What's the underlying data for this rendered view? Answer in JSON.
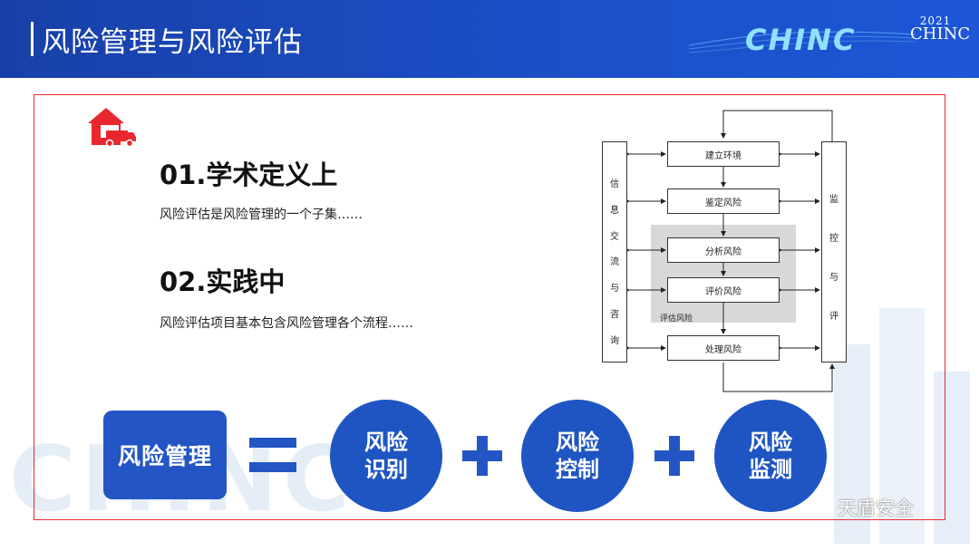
{
  "header": {
    "title": "风险管理与风险评估",
    "brand": "CHINC",
    "year": "2021",
    "year_brand": "CHINC"
  },
  "content": {
    "section1_heading": "01.学术定义上",
    "section1_text": "风险评估是风险管理的一个子集……",
    "section2_heading": "02.实践中",
    "section2_text": "风险评估项目基本包含风险管理各个流程……"
  },
  "diagram": {
    "left_column": [
      "信",
      "息",
      "交",
      "流",
      "与",
      "咨",
      "询"
    ],
    "right_column": [
      "监",
      "控",
      "与",
      "评"
    ],
    "steps": [
      "建立环境",
      "鉴定风险",
      "分析风险",
      "评价风险",
      "处理风险"
    ],
    "eval_zone_label": "评估风险"
  },
  "equation": {
    "lhs": "风险管理",
    "terms": [
      {
        "line1": "风险",
        "line2": "识别"
      },
      {
        "line1": "风险",
        "line2": "控制"
      },
      {
        "line1": "风险",
        "line2": "监测"
      }
    ]
  },
  "watermark": {
    "background_text": "CHINC",
    "logo_text": "天盾安全"
  },
  "colors": {
    "header_blue": "#1b4fc6",
    "accent_blue": "#2356c4",
    "frame_red": "#e8282e",
    "icon_red": "#e8282e"
  },
  "icons": {
    "truck_home": "house-with-truck-icon",
    "wechat": "wechat-icon"
  }
}
